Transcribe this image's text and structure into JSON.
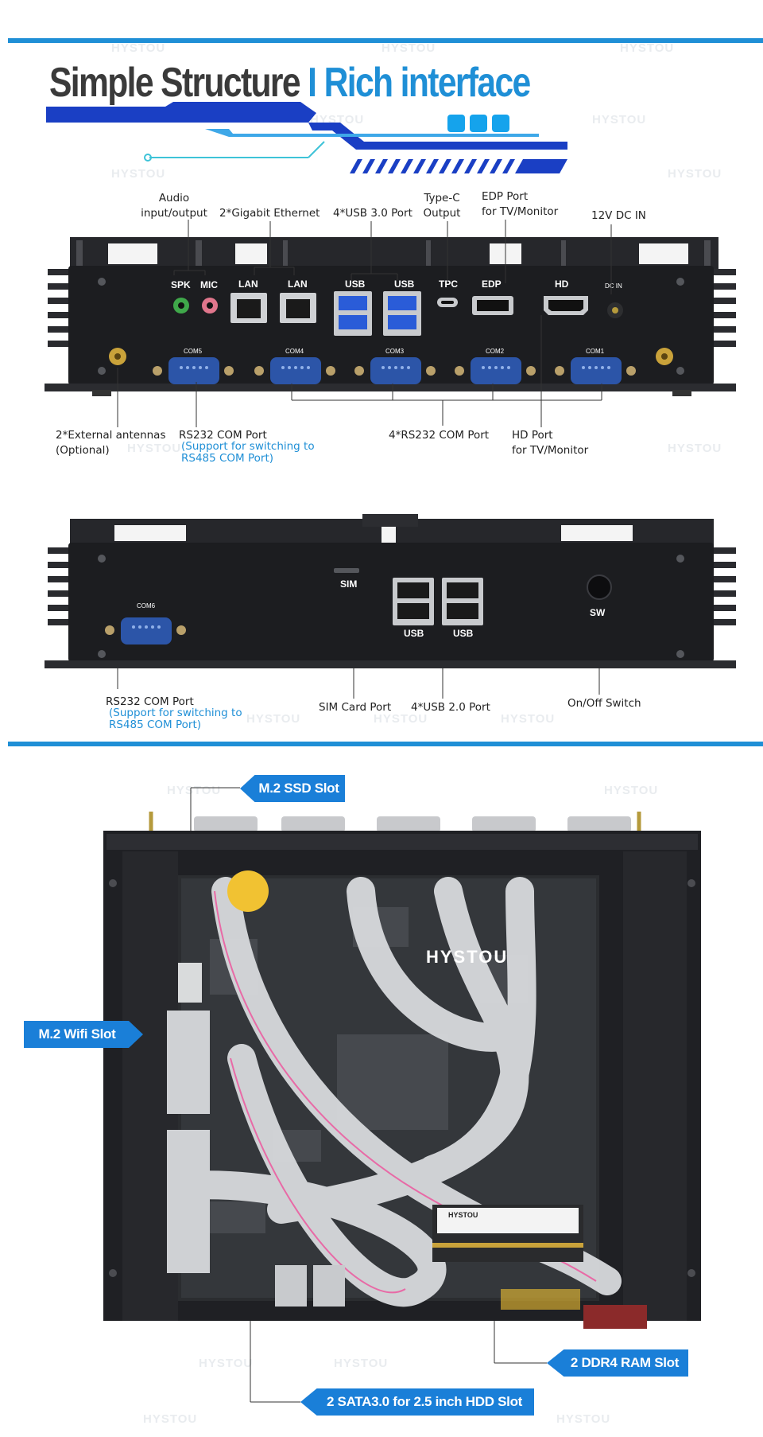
{
  "header": {
    "title_part1": "Simple Structure",
    "title_part2": "I Rich interface"
  },
  "watermark": "HYSTOU",
  "front_panel": {
    "port_labels": {
      "spk": "SPK",
      "mic": "MIC",
      "lan1": "LAN",
      "lan2": "LAN",
      "usb1": "USB",
      "usb2": "USB",
      "tpc": "TPC",
      "edp": "EDP",
      "hd": "HD",
      "dcin": "DC IN",
      "com5": "COM5",
      "com4": "COM4",
      "com3": "COM3",
      "com2": "COM2",
      "com1": "COM1"
    },
    "callouts": {
      "audio": "Audio\ninput/output",
      "ethernet": "2*Gigabit Ethernet",
      "usb3": "4*USB 3.0 Port",
      "typec": "Type-C\nOutput",
      "edp": "EDP Port\nfor TV/Monitor",
      "dcin": "12V DC IN",
      "antennas": "2*External antennas\n(Optional)",
      "rs232": "RS232 COM Port",
      "rs232_note": "(Support for switching to\nRS485 COM Port)",
      "rs232x4": "4*RS232 COM Port",
      "hd": "HD Port\nfor TV/Monitor"
    }
  },
  "rear_panel": {
    "port_labels": {
      "com6": "COM6",
      "sim": "SIM",
      "usb1": "USB",
      "usb2": "USB",
      "sw": "SW"
    },
    "callouts": {
      "rs232": "RS232 COM Port",
      "rs232_note": "(Support for switching to\nRS485 COM Port)",
      "sim": "SIM Card Port",
      "usb2": "4*USB 2.0 Port",
      "switch": "On/Off Switch"
    }
  },
  "internal": {
    "board_brand": "HYSTOU",
    "ram_sticker": "HYSTOU",
    "callouts": {
      "m2_ssd": "M.2 SSD Slot",
      "m2_wifi": "M.2 Wifi Slot",
      "ddr4": "2 DDR4 RAM Slot",
      "sata": "2 SATA3.0 for 2.5 inch HDD Slot"
    }
  },
  "colors": {
    "accent": "#1f8fd6",
    "callout": "#1a7fd8",
    "title_dark": "#3a3a3a",
    "chassis": "#1c1d20"
  }
}
